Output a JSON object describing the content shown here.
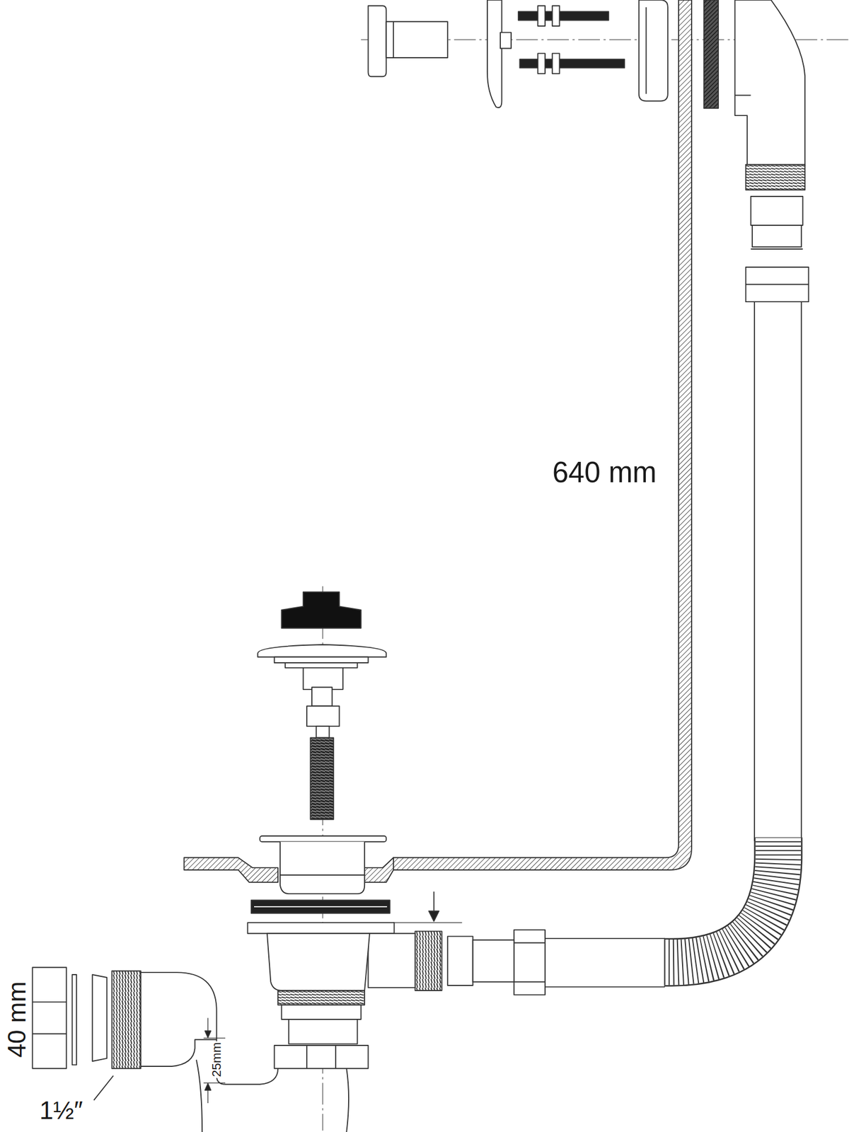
{
  "diagram": {
    "labels": [
      "640 mm",
      "40 mm",
      "25mm",
      "1½″"
    ]
  }
}
